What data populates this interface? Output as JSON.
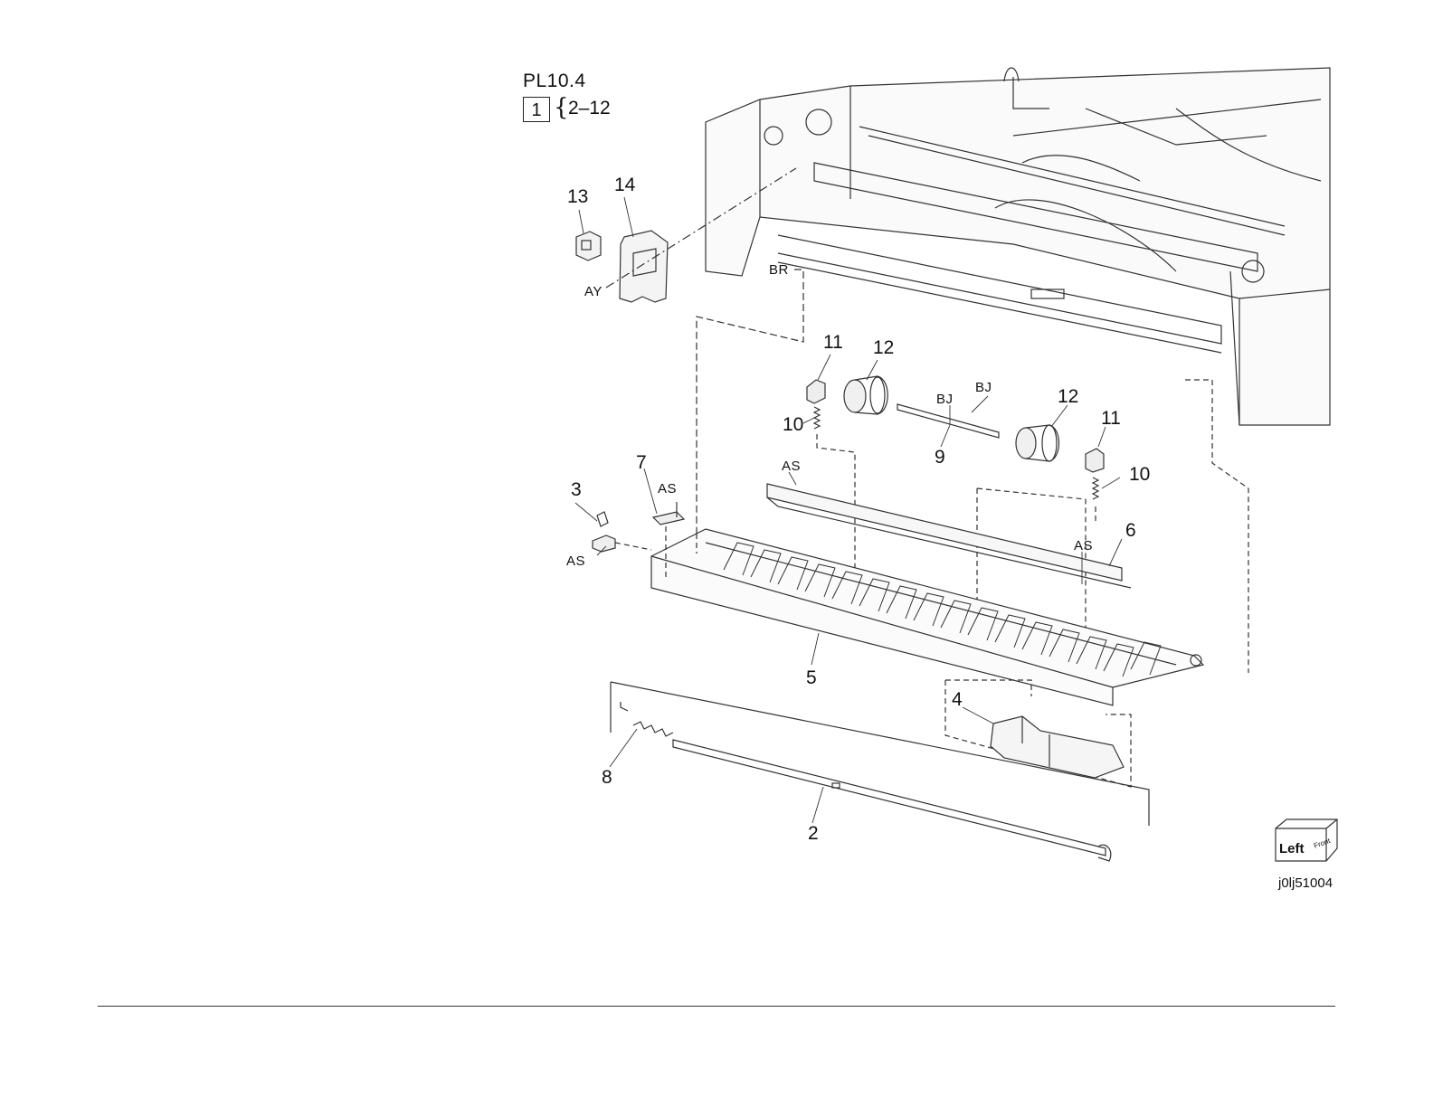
{
  "plate": {
    "title": "PL10.4",
    "parent_item": "1",
    "range": "2–12"
  },
  "part_numbers": {
    "p2": "2",
    "p3": "3",
    "p4": "4",
    "p5": "5",
    "p6": "6",
    "p7": "7",
    "p8": "8",
    "p9": "9",
    "p10a": "10",
    "p10b": "10",
    "p11a": "11",
    "p11b": "11",
    "p12a": "12",
    "p12b": "12",
    "p13": "13",
    "p14": "14"
  },
  "reference_labels": {
    "ay": "AY",
    "br": "BR",
    "bj1": "BJ",
    "bj2": "BJ",
    "as1": "AS",
    "as2": "AS",
    "as3": "AS",
    "as4": "AS"
  },
  "orientation": {
    "left": "Left",
    "front": "Front"
  },
  "image_id": "j0lj51004"
}
